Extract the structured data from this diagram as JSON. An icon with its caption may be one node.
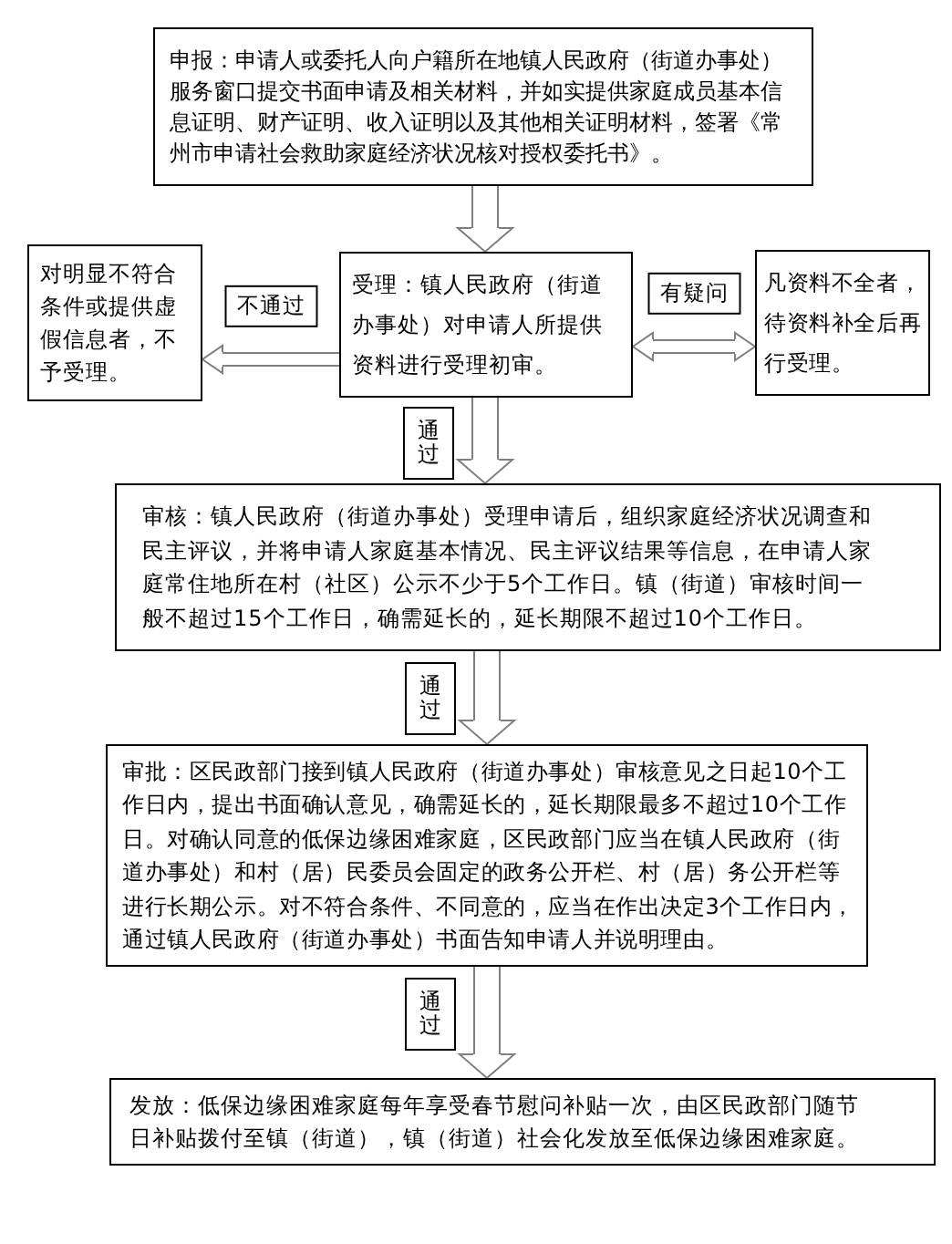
{
  "diagram": {
    "nodes": [
      {
        "text": [
          "申报：申请人或委托人向户籍所在地镇人民政府（街道办事处）服务窗口提交书面申请及相关材料，并如实提供家庭成员基本信息证明、财产证明、收入证明以及其他相关证明材料，签署《常州市申请社会救助家庭经济状况核对授权委托书》。"
        ]
      },
      {
        "text": [
          "对明显不符合条件或提供虚假信息者，不予受理。"
        ]
      },
      {
        "text": [
          "受理：镇人民政府（街道办事处）对申请人所提供资料进行受理初审。"
        ]
      },
      {
        "text": [
          "凡资料不全者，待资料补全后再行受理。"
        ]
      },
      {
        "text": [
          "审核：镇人民政府（街道办事处）受理申请后，组织家庭经济状况调查和民主评议，并将申请人家庭基本情况、民主评议结果等信息，在申请人家庭常住地所在村（社区）公示不少于5个工作日。镇（街道）审核时间一般不超过15个工作日，确需延长的，延长期限不超过10个工作日。"
        ]
      },
      {
        "text": [
          "审批：区民政部门接到镇人民政府（街道办事处）审核意见之日起10个工作日内，提出书面确认意见，确需延长的，延长期限最多不超过10个工作日。对确认同意的低保边缘困难家庭，区民政部门应当在镇人民政府（街道办事处）和村（居）民委员会固定的政务公开栏、村（居）务公开栏等进行长期公示。对不符合条件、不同意的，应当在作出决定3个工作日内，通过镇人民政府（街道办事处）书面告知申请人并说明理由。"
        ]
      },
      {
        "text": [
          "发放：低保边缘困难家庭每年享受春节慰问补贴一次，由区民政部门随节日补贴拨付至镇（街道），镇（街道）社会化发放至低保边缘困难家庭。"
        ]
      }
    ],
    "edges": [
      {
        "from": 0,
        "to": 2,
        "arrow": "to"
      },
      {
        "from": 2,
        "to": 1,
        "arrow": "to",
        "label": "不通过"
      },
      {
        "from": 2,
        "to": 3,
        "arrow": "both",
        "label": "有疑问"
      },
      {
        "from": 2,
        "to": 4,
        "arrow": "to",
        "label": "通过"
      },
      {
        "from": 4,
        "to": 5,
        "arrow": "to",
        "label": "通过"
      },
      {
        "from": 5,
        "to": 6,
        "arrow": "to",
        "label": "通过"
      }
    ]
  }
}
